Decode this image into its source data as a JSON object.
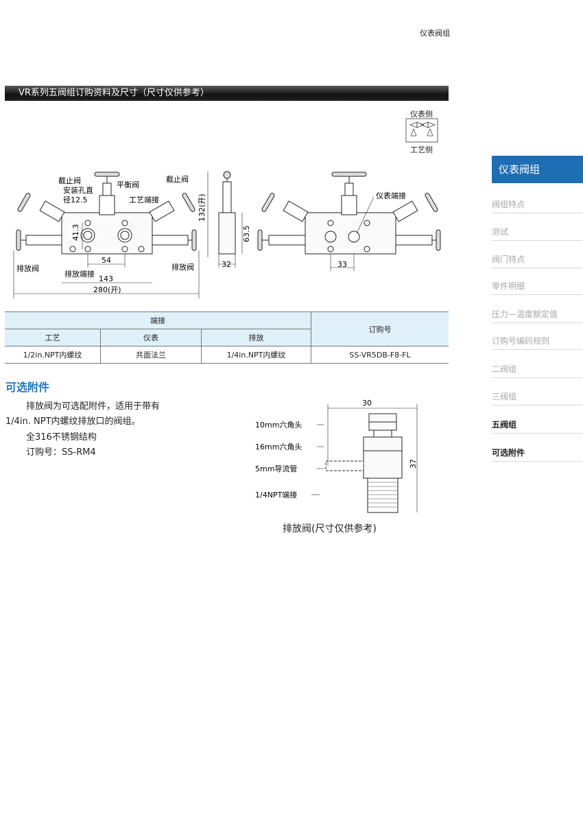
{
  "header": {
    "category": "仪表阀组"
  },
  "section": {
    "title": "VR系列五阀组订购资料及尺寸（尺寸仅供参考）"
  },
  "legend": {
    "top": "仪表侧",
    "bottom": "工艺侧"
  },
  "front_view": {
    "stop_valve_left": "截止阀",
    "balance_valve": "平衡阀",
    "stop_valve_right": "截止阀",
    "mount_hole_1": "安装孔直",
    "mount_hole_2": "径12.5",
    "process_port": "工艺端接",
    "dim_413": "41.3",
    "dim_54": "54",
    "dim_143": "143",
    "dim_280": "280(开)",
    "drain_valve_left": "排放阀",
    "drain_valve_right": "排放阀",
    "drain_port": "排放端接"
  },
  "side_view": {
    "dim_132": "132(开)",
    "dim_635": "63.5",
    "dim_32": "32"
  },
  "back_view": {
    "instrument_port": "仪表端接",
    "dim_33": "33"
  },
  "table": {
    "ports_header": "端接",
    "order_header": "订购号",
    "columns": [
      "工艺",
      "仪表",
      "排放"
    ],
    "row": [
      "1/2in.NPT内螺纹",
      "共面法兰",
      "1/4in.NPT内螺纹"
    ],
    "order_no": "SS-VR5DB-F8-FL"
  },
  "optional": {
    "title": "可选附件",
    "line1": "排放阀为可选配附件，适用于带有",
    "line2": "1/4in. NPT内螺纹排放口的阀组。",
    "line3": "全316不锈钢结构",
    "line4": "订购号：SS-RM4"
  },
  "drain_drawing": {
    "dim_30": "30",
    "dim_37": "37",
    "label_hex10": "10mm六角头",
    "label_hex16": "16mm六角头",
    "label_tube": "5mm导流管",
    "label_npt": "1/4NPT端接",
    "caption": "排放阀(尺寸仅供参考)"
  },
  "sidebar": {
    "active": "仪表阀组",
    "items": [
      "阀组特点",
      "测试",
      "阀门特点",
      "零件明细",
      "压力—温度额定值",
      "订购号编码规则",
      "二阀组",
      "三阀组",
      "五阀组",
      "可选附件"
    ]
  }
}
